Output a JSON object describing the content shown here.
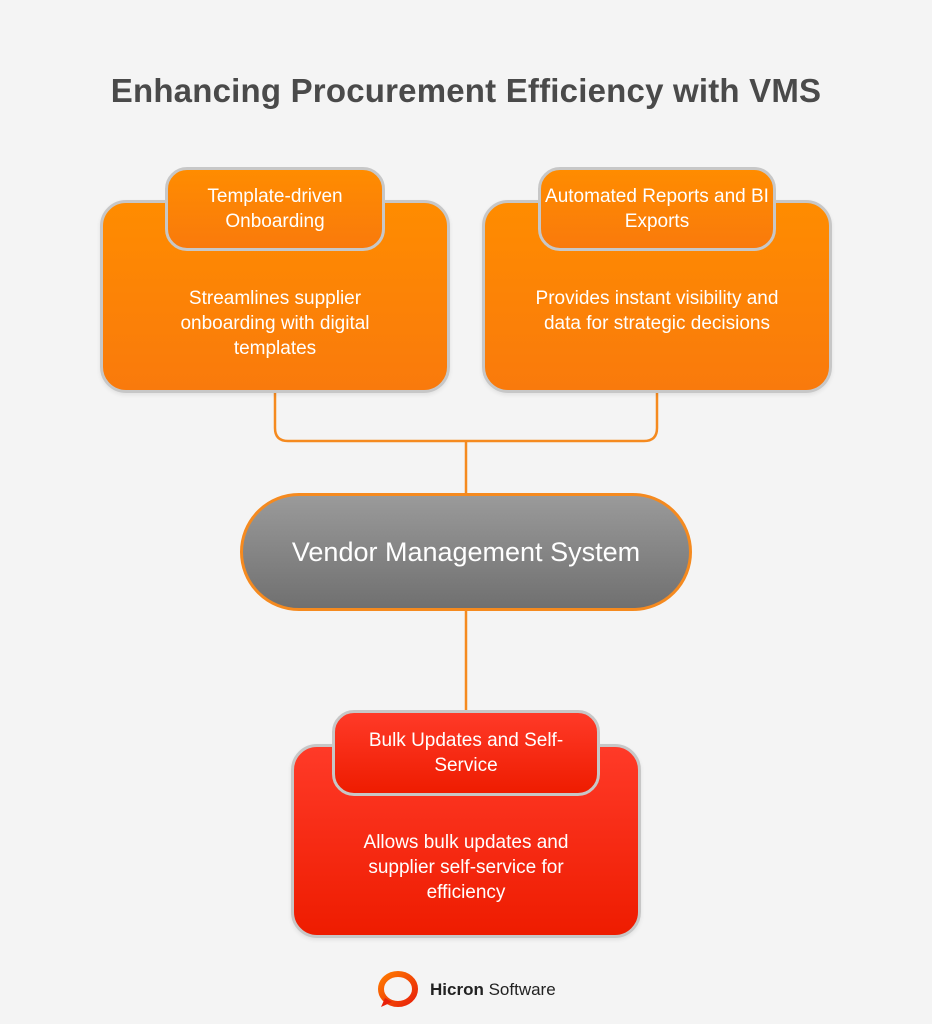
{
  "title": "Enhancing Procurement Efficiency with VMS",
  "colors": {
    "orange": "#ff8c00",
    "red": "#ef1f00",
    "hub_gray": "#808080",
    "connector": "#f58a1f",
    "border": "#c7c7c7",
    "title": "#4a4a4a"
  },
  "hub": {
    "label": "Vendor Management System"
  },
  "cards": [
    {
      "tag": "Template-driven Onboarding",
      "body": "Streamlines supplier onboarding with digital templates"
    },
    {
      "tag": "Automated Reports and BI Exports",
      "body": "Provides instant visibility and data for strategic decisions"
    },
    {
      "tag": "Bulk Updates and Self-Service",
      "body": "Allows bulk updates and supplier self-service for efficiency"
    }
  ],
  "logo": {
    "brand": "Hicron",
    "suffix": "Software",
    "icon": "speech-bubble-ring-icon"
  }
}
